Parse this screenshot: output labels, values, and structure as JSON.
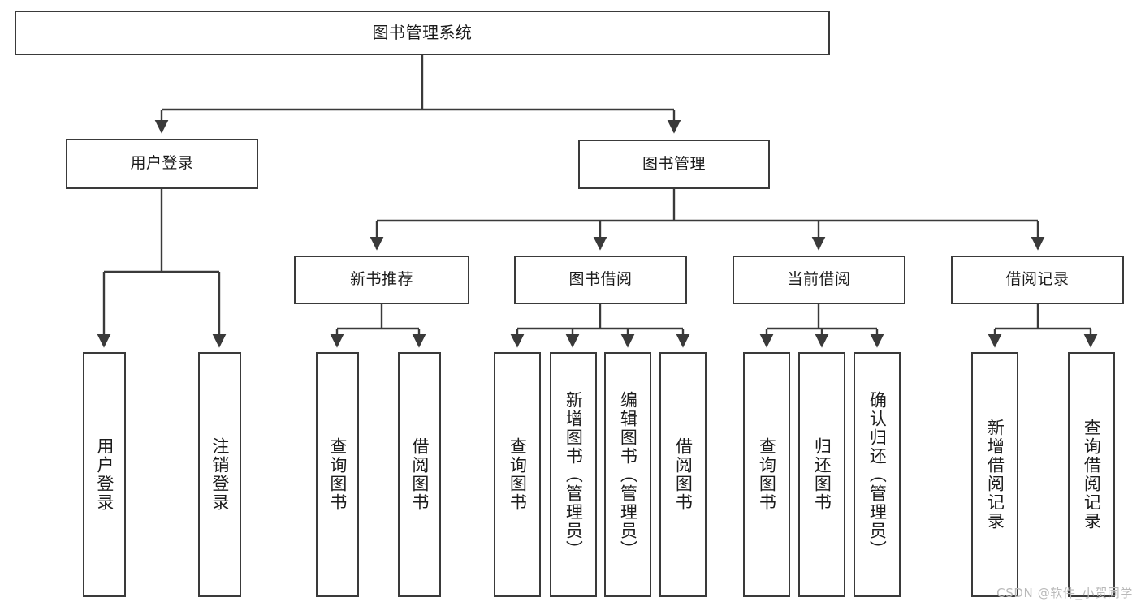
{
  "diagram": {
    "type": "tree-hierarchy",
    "title": "图书管理系统",
    "watermark": "CSDN @软件_小贺同学",
    "colors": {
      "box_border": "#3a3a3a",
      "box_fill": "#ffffff",
      "connector": "#3a3a3a",
      "text": "#1c1c1c",
      "watermark": "#b9b9b9"
    },
    "nodes": {
      "root": {
        "label": "图书管理系统"
      },
      "level1": [
        {
          "label": "用户登录"
        },
        {
          "label": "图书管理"
        }
      ],
      "level2": [
        {
          "label": "新书推荐"
        },
        {
          "label": "图书借阅"
        },
        {
          "label": "当前借阅"
        },
        {
          "label": "借阅记录"
        }
      ],
      "leaves_user_login": [
        {
          "label": "用户登录"
        },
        {
          "label": "注销登录"
        }
      ],
      "leaves_new_book": [
        {
          "label": "查询图书"
        },
        {
          "label": "借阅图书"
        }
      ],
      "leaves_borrow": [
        {
          "label": "查询图书"
        },
        {
          "label": "新增图书（管理员）"
        },
        {
          "label": "编辑图书（管理员）"
        },
        {
          "label": "借阅图书"
        }
      ],
      "leaves_current": [
        {
          "label": "查询图书"
        },
        {
          "label": "归还图书"
        },
        {
          "label": "确认归还（管理员）"
        }
      ],
      "leaves_records": [
        {
          "label": "新增借阅记录"
        },
        {
          "label": "查询借阅记录"
        }
      ]
    }
  }
}
